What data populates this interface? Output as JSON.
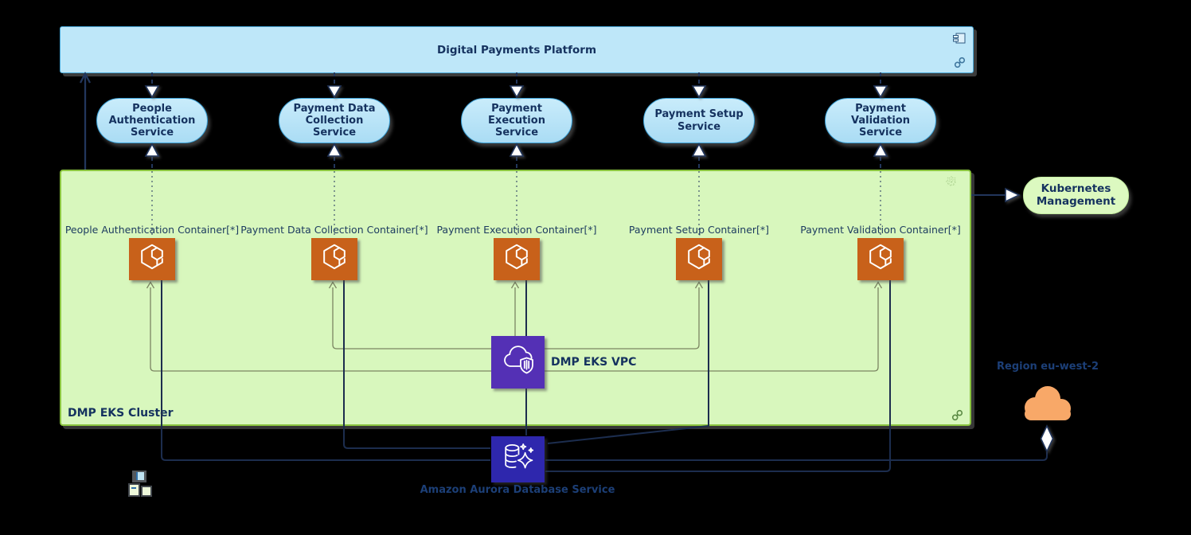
{
  "platform": {
    "title": "Digital Payments Platform"
  },
  "services": [
    {
      "label": "People Authentication Service"
    },
    {
      "label": "Payment Data Collection Service"
    },
    {
      "label": "Payment Execution Service"
    },
    {
      "label": "Payment Setup Service"
    },
    {
      "label": "Payment Validation Service"
    }
  ],
  "cluster": {
    "label": "DMP EKS Cluster"
  },
  "containers": [
    {
      "label": "People Authentication Container[*]"
    },
    {
      "label": "Payment Data Collection Container[*]"
    },
    {
      "label": "Payment Execution Container[*]"
    },
    {
      "label": "Payment Setup Container[*]"
    },
    {
      "label": "Payment Validation Container[*]"
    }
  ],
  "vpc": {
    "label": "DMP EKS VPC"
  },
  "kubernetes": {
    "label": "Kubernetes Management"
  },
  "region": {
    "label": "Region eu-west-2"
  },
  "aurora": {
    "label": "Amazon Aurora Database Service"
  },
  "icons": {
    "platform_badge": "component-icon",
    "platform_link": "link-icon",
    "cluster_badge": "snowflake-icon",
    "cluster_link": "link-icon",
    "container_tile": "eks-hexagon-icon",
    "vpc_tile": "cloud-shield-icon",
    "aurora_tile": "database-sparkle-icon",
    "region_shape": "cloud-icon",
    "legend": "nodes-legend-icon"
  },
  "colors": {
    "background": "#000000",
    "service_fill": "#bee7f9",
    "service_border": "#3ba0d6",
    "cluster_fill": "#d8f7bd",
    "cluster_border": "#8ac43f",
    "kubernetes_fill": "#dcf9c0",
    "eks_orange": "#c8611a",
    "vpc_purple": "#5430b5",
    "aurora_blue": "#2e27ad",
    "region_cloud_orange": "#f8a868",
    "edge_navy": "#22365c",
    "edge_olive": "#7b8562",
    "text_navy": "#15325f"
  }
}
